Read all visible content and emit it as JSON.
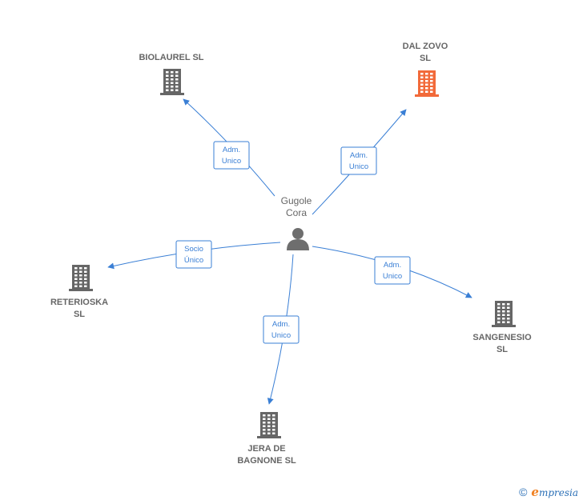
{
  "center": {
    "name_line1": "Gugole",
    "name_line2": "Cora",
    "icon": "person-icon"
  },
  "companies": [
    {
      "id": "biolaurel",
      "line1": "BIOLAUREL  SL",
      "line2": "",
      "color": "#666666",
      "icon": "building-icon"
    },
    {
      "id": "dalzovo",
      "line1": "DAL ZOVO",
      "line2": "SL",
      "color": "#f26a3a",
      "icon": "building-icon"
    },
    {
      "id": "reterioska",
      "line1": "RETERIOSKA",
      "line2": "SL",
      "color": "#666666",
      "icon": "building-icon"
    },
    {
      "id": "sangenesio",
      "line1": "SANGENESIO",
      "line2": "SL",
      "color": "#666666",
      "icon": "building-icon"
    },
    {
      "id": "jera",
      "line1": "JERA DE",
      "line2": "BAGNONE  SL",
      "color": "#666666",
      "icon": "building-icon"
    }
  ],
  "relations": [
    {
      "target": "biolaurel",
      "line1": "Adm.",
      "line2": "Unico"
    },
    {
      "target": "dalzovo",
      "line1": "Adm.",
      "line2": "Unico"
    },
    {
      "target": "reterioska",
      "line1": "Socio",
      "line2": "Único"
    },
    {
      "target": "sangenesio",
      "line1": "Adm.",
      "line2": "Unico"
    },
    {
      "target": "jera",
      "line1": "Adm.",
      "line2": "Unico"
    }
  ],
  "footer": {
    "copyright": "©",
    "brand_initial": "e",
    "brand_rest": "mpresia"
  },
  "colors": {
    "edge": "#3a7fd5",
    "node": "#666666",
    "highlight": "#f26a3a"
  }
}
